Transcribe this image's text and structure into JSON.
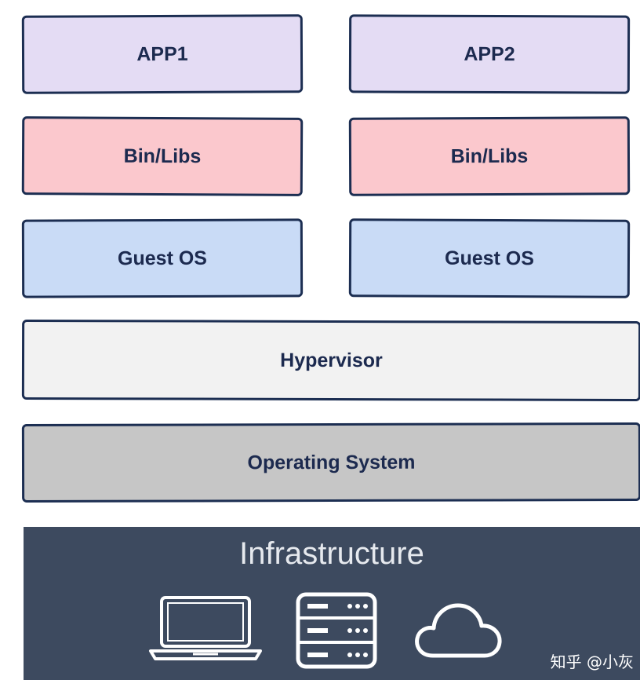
{
  "vm_stacks": [
    {
      "app": "APP1",
      "libs": "Bin/Libs",
      "os": "Guest OS"
    },
    {
      "app": "APP2",
      "libs": "Bin/Libs",
      "os": "Guest OS"
    }
  ],
  "hypervisor": "Hypervisor",
  "host_os": "Operating System",
  "infrastructure": {
    "title": "Infrastructure",
    "icons": [
      "laptop-icon",
      "server-icon",
      "cloud-icon"
    ]
  },
  "watermark": "知乎 @小灰",
  "colors": {
    "app": "#e4dcf4",
    "libs": "#fbc8cd",
    "guest_os": "#c9dbf6",
    "hypervisor": "#f2f2f2",
    "host_os": "#c6c6c6",
    "infrastructure": "#3d4a5f",
    "border": "#1c2e52",
    "text": "#1c2a4f"
  }
}
